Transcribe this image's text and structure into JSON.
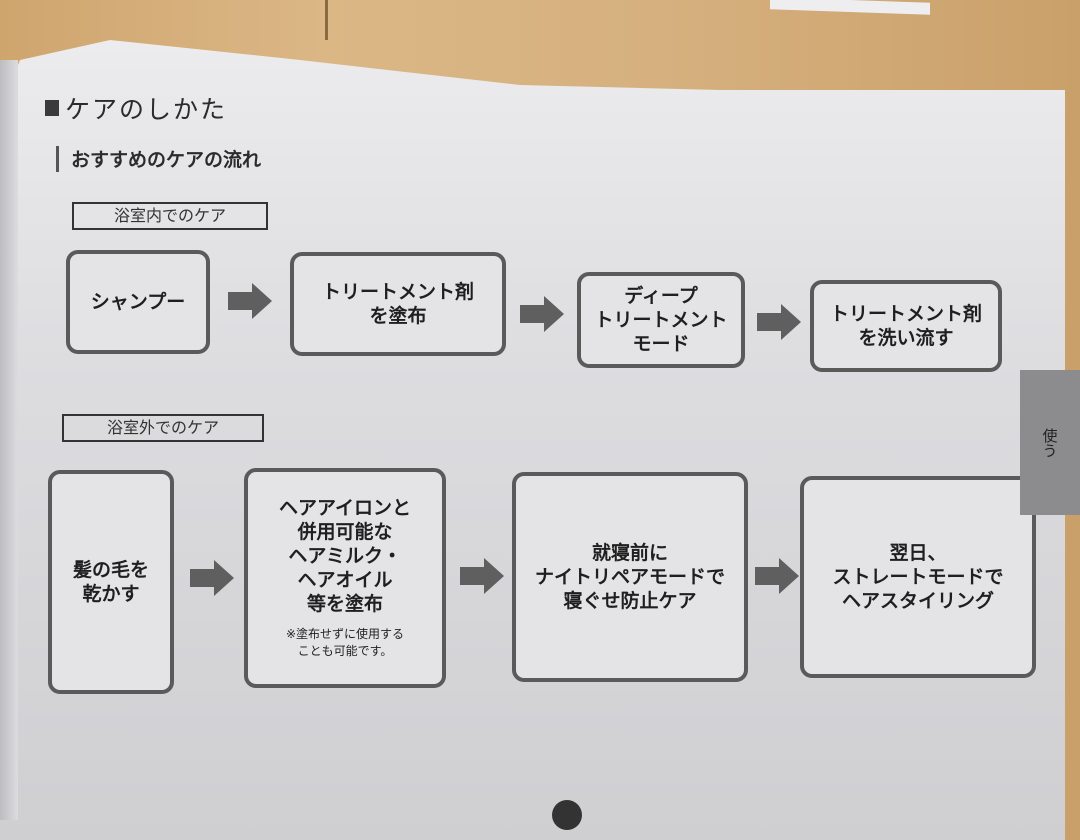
{
  "header": {
    "title": "ケアのしかた",
    "subtitle": "おすすめのケアの流れ"
  },
  "side_tab": {
    "label": "使う"
  },
  "sections": [
    {
      "label": "浴室内でのケア",
      "steps": [
        {
          "lines": [
            "シャンプー"
          ]
        },
        {
          "lines": [
            "トリートメント剤",
            "を塗布"
          ]
        },
        {
          "lines": [
            "ディープ",
            "トリートメント",
            "モード"
          ]
        },
        {
          "lines": [
            "トリートメント剤",
            "を洗い流す"
          ]
        }
      ]
    },
    {
      "label": "浴室外でのケア",
      "steps": [
        {
          "lines": [
            "髪の毛を",
            "乾かす"
          ]
        },
        {
          "lines": [
            "ヘアアイロンと",
            "併用可能な",
            "ヘアミルク・",
            "ヘアオイル",
            "等を塗布"
          ],
          "note": [
            "※塗布せずに使用する",
            "ことも可能です。"
          ]
        },
        {
          "lines": [
            "就寝前に",
            "ナイトリペアモードで",
            "寝ぐせ防止ケア"
          ]
        },
        {
          "lines": [
            "翌日、",
            "ストレートモードで",
            "ヘアスタイリング"
          ]
        }
      ]
    }
  ],
  "colors": {
    "box_border": "#5a5a5a",
    "arrow": "#5f5f5f",
    "side_tab": "#8c8c8f",
    "page": "#e4e4e7"
  }
}
